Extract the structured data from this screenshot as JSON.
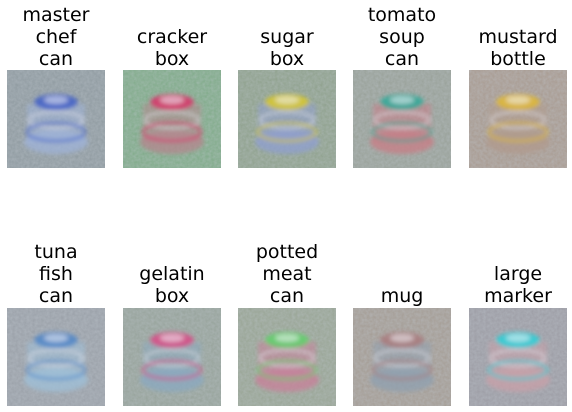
{
  "grid": {
    "tiles": [
      {
        "label": "master\nchef\ncan",
        "bg": "#8f9aa0",
        "accent": "#3f5fc8",
        "accent2": "#9fb3d8"
      },
      {
        "label": "cracker\nbox",
        "bg": "#7faa88",
        "accent": "#d8336a",
        "accent2": "#b4868e"
      },
      {
        "label": "sugar\nbox",
        "bg": "#8ea08c",
        "accent": "#d8c82a",
        "accent2": "#8f9fd0"
      },
      {
        "label": "tomato\nsoup\ncan",
        "bg": "#98a098",
        "accent": "#2ea898",
        "accent2": "#c87c86"
      },
      {
        "label": "mustard\nbottle",
        "bg": "#a89a90",
        "accent": "#e0b832",
        "accent2": "#b09a8c"
      },
      {
        "label": "tuna\nfish\ncan",
        "bg": "#9aa0a8",
        "accent": "#4f86c8",
        "accent2": "#9fc0d8"
      },
      {
        "label": "gelatin\nbox",
        "bg": "#96a29a",
        "accent": "#d84a86",
        "accent2": "#8aa8c0"
      },
      {
        "label": "potted\nmeat\ncan",
        "bg": "#98a494",
        "accent": "#5fd06a",
        "accent2": "#c8809a"
      },
      {
        "label": "mug",
        "bg": "#a49c94",
        "accent": "#a87a7c",
        "accent2": "#8fa0b0"
      },
      {
        "label": "large\nmarker",
        "bg": "#9c9ca4",
        "accent": "#2ad0d8",
        "accent2": "#c8a0a8"
      }
    ]
  }
}
